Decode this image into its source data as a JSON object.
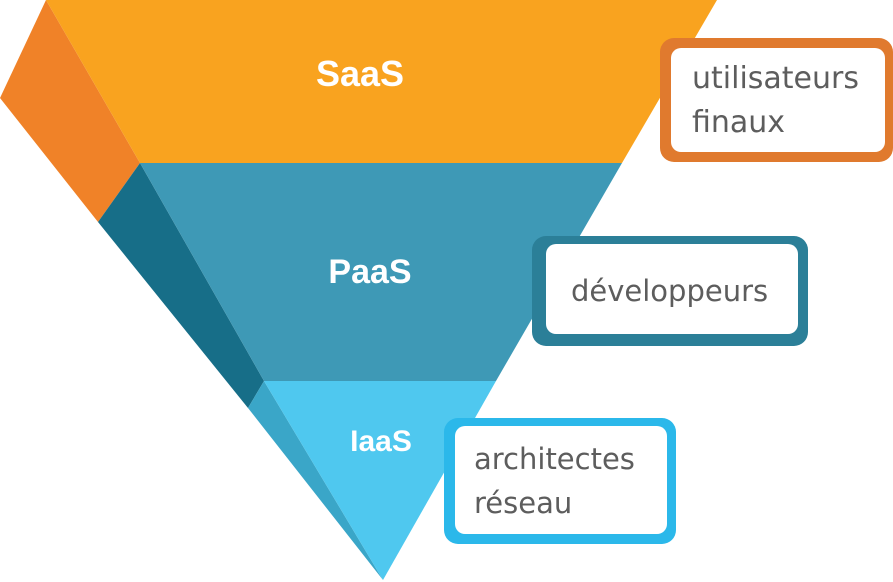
{
  "layers": [
    {
      "label": "SaaS",
      "role_lines": [
        "utilisateurs",
        "finaux"
      ],
      "colors": {
        "front": "#f9a31f",
        "side": "#f08228",
        "frame": "#e07a2e"
      }
    },
    {
      "label": "PaaS",
      "role_lines": [
        "développeurs"
      ],
      "colors": {
        "front": "#3e99b6",
        "side": "#176e88",
        "frame": "#2b7f98"
      }
    },
    {
      "label": "IaaS",
      "role_lines": [
        "architectes",
        "réseau"
      ],
      "colors": {
        "front": "#4fc8ef",
        "side": "#3aa6c8",
        "frame": "#2bb8ea"
      }
    }
  ]
}
